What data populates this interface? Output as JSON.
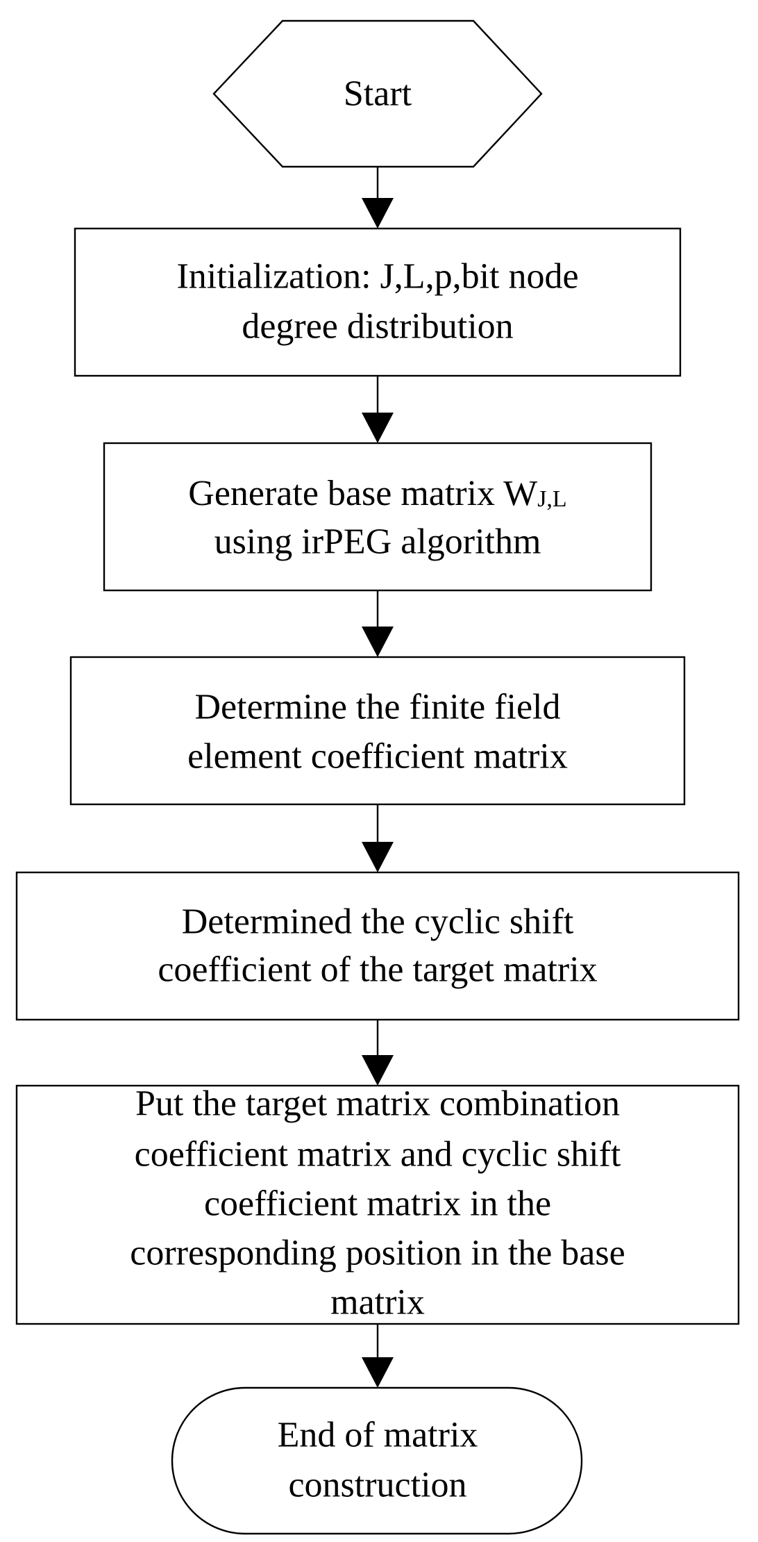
{
  "flowchart": {
    "nodes": [
      {
        "id": "start",
        "shape": "hexagon",
        "lines": [
          "Start"
        ]
      },
      {
        "id": "init",
        "shape": "rect",
        "lines": [
          "Initialization: J,L,p,bit node",
          "degree distribution"
        ]
      },
      {
        "id": "generate",
        "shape": "rect",
        "lines": [
          "Generate base matrix W",
          "using irPEG algorithm"
        ],
        "subscript": "J,L"
      },
      {
        "id": "finite-field",
        "shape": "rect",
        "lines": [
          "Determine the finite field",
          "element coefficient matrix"
        ]
      },
      {
        "id": "cyclic-shift",
        "shape": "rect",
        "lines": [
          "Determined the cyclic shift",
          "coefficient of the target matrix"
        ]
      },
      {
        "id": "put-target",
        "shape": "rect",
        "lines": [
          "Put the target matrix combination",
          "coefficient matrix and cyclic shift",
          "coefficient matrix in the",
          "corresponding position in the base",
          "matrix"
        ]
      },
      {
        "id": "end",
        "shape": "terminal",
        "lines": [
          "End of matrix",
          "construction"
        ]
      }
    ],
    "edges": [
      {
        "from": "start",
        "to": "init"
      },
      {
        "from": "init",
        "to": "generate"
      },
      {
        "from": "generate",
        "to": "finite-field"
      },
      {
        "from": "finite-field",
        "to": "cyclic-shift"
      },
      {
        "from": "cyclic-shift",
        "to": "put-target"
      },
      {
        "from": "put-target",
        "to": "end"
      }
    ]
  }
}
